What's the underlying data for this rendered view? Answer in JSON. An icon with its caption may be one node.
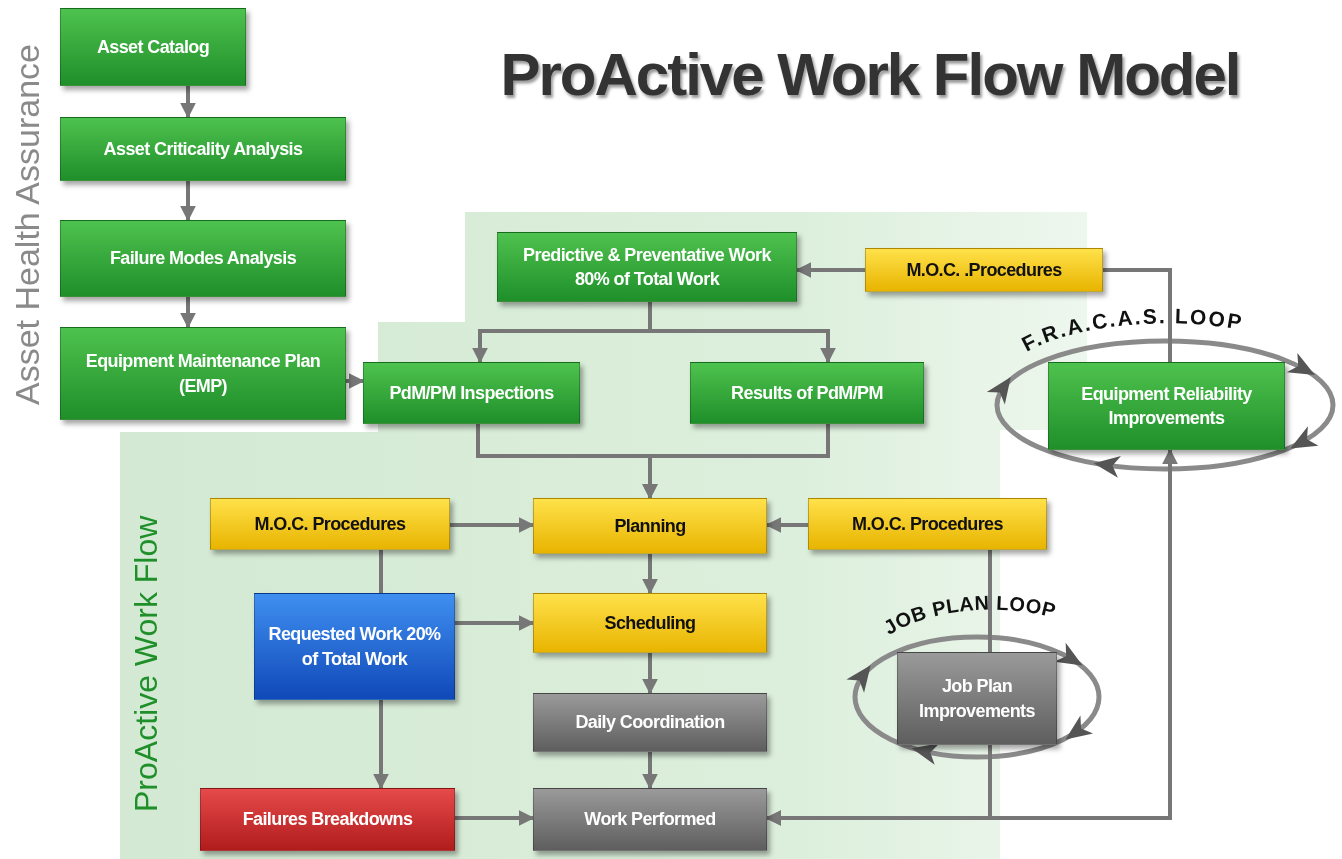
{
  "diagram": {
    "title": "ProActive Work Flow Model",
    "nodes": [
      {
        "text": [
          "Asset Catalog"
        ]
      },
      {
        "text": [
          "Asset Criticality Analysis"
        ]
      },
      {
        "text": [
          "Failure Modes Analysis"
        ]
      },
      {
        "text": [
          "Equipment Maintenance Plan (EMP)"
        ]
      },
      {
        "text": [
          "Predictive & Preventative Work 80% of Total Work"
        ]
      },
      {
        "text": [
          "M.O.C. .Procedures"
        ]
      },
      {
        "text": [
          "PdM/PM Inspections"
        ]
      },
      {
        "text": [
          "Results of PdM/PM"
        ]
      },
      {
        "text": [
          "Equipment Reliability Improvements"
        ]
      },
      {
        "text": [
          "M.O.C. Procedures"
        ]
      },
      {
        "text": [
          "Planning"
        ]
      },
      {
        "text": [
          "M.O.C. Procedures"
        ]
      },
      {
        "text": [
          "Requested Work 20% of Total Work"
        ]
      },
      {
        "text": [
          "Scheduling"
        ]
      },
      {
        "text": [
          "Job Plan Improvements"
        ]
      },
      {
        "text": [
          "Daily Coordination"
        ]
      },
      {
        "text": [
          "Failures Breakdowns"
        ]
      },
      {
        "text": [
          "Work Performed"
        ]
      }
    ],
    "edges": [
      {
        "from": 0,
        "to": 1,
        "arrow": "to"
      },
      {
        "from": 1,
        "to": 2,
        "arrow": "to"
      },
      {
        "from": 2,
        "to": 3,
        "arrow": "to"
      },
      {
        "from": 3,
        "to": 6,
        "arrow": "to"
      },
      {
        "from": 5,
        "to": 4,
        "arrow": "to"
      },
      {
        "from": 4,
        "to": 6,
        "arrow": "to"
      },
      {
        "from": 4,
        "to": 7,
        "arrow": "to"
      },
      {
        "from": 6,
        "to": 10,
        "arrow": "to"
      },
      {
        "from": 7,
        "to": 10,
        "arrow": "to"
      },
      {
        "from": 9,
        "to": 10,
        "arrow": "to"
      },
      {
        "from": 11,
        "to": 10,
        "arrow": "to"
      },
      {
        "from": 10,
        "to": 13,
        "arrow": "to"
      },
      {
        "from": 12,
        "to": 13,
        "arrow": "to"
      },
      {
        "from": 13,
        "to": 15,
        "arrow": "to"
      },
      {
        "from": 15,
        "to": 17,
        "arrow": "to"
      },
      {
        "from": 16,
        "to": 17,
        "arrow": "to"
      },
      {
        "from": 9,
        "to": 12,
        "arrow": "none"
      },
      {
        "from": 12,
        "to": 16,
        "arrow": "to"
      },
      {
        "from": 5,
        "to": 8,
        "arrow": "none"
      },
      {
        "from": 11,
        "to": 14,
        "arrow": "none"
      },
      {
        "from": 14,
        "to": 17,
        "arrow": "to"
      },
      {
        "from": 17,
        "to": 8,
        "arrow": "both"
      }
    ],
    "labels": [
      "Asset Health Assurance",
      "ProActive Work Flow",
      "F.R.A.C.A.S. LOOP",
      "JOB PLAN LOOP"
    ]
  }
}
